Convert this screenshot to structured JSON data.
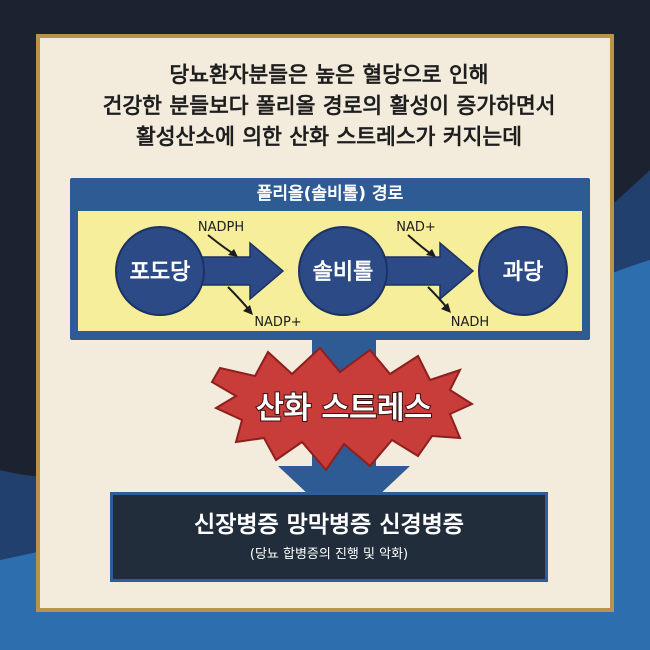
{
  "header": {
    "lines": [
      "당뇨환자분들은 높은 혈당으로 인해",
      "건강한 분들보다 폴리올 경로의 활성이 증가하면서",
      "활성산소에 의한 산화 스트레스가 커지는데"
    ]
  },
  "pathway": {
    "title": "폴리올(솔비톨) 경로",
    "nodes": [
      "포도당",
      "솔비톨",
      "과당"
    ],
    "cofactors": {
      "step1_in": "NADPH",
      "step1_out": "NADP+",
      "step2_in": "NAD+",
      "step2_out": "NADH"
    }
  },
  "stress": {
    "label": "산화 스트레스"
  },
  "outcome": {
    "main": "신장병증 망막병증 신경병증",
    "sub": "(당뇨 합병증의 진행 및 악화)"
  },
  "colors": {
    "card_bg": "#f3ecdd",
    "card_border": "#b8944b",
    "panel_blue": "#2e5b93",
    "panel_yellow": "#f6ee9a",
    "node_blue": "#2c4a86",
    "stress_red": "#c83c3a",
    "outcome_bg": "#222d3b"
  }
}
